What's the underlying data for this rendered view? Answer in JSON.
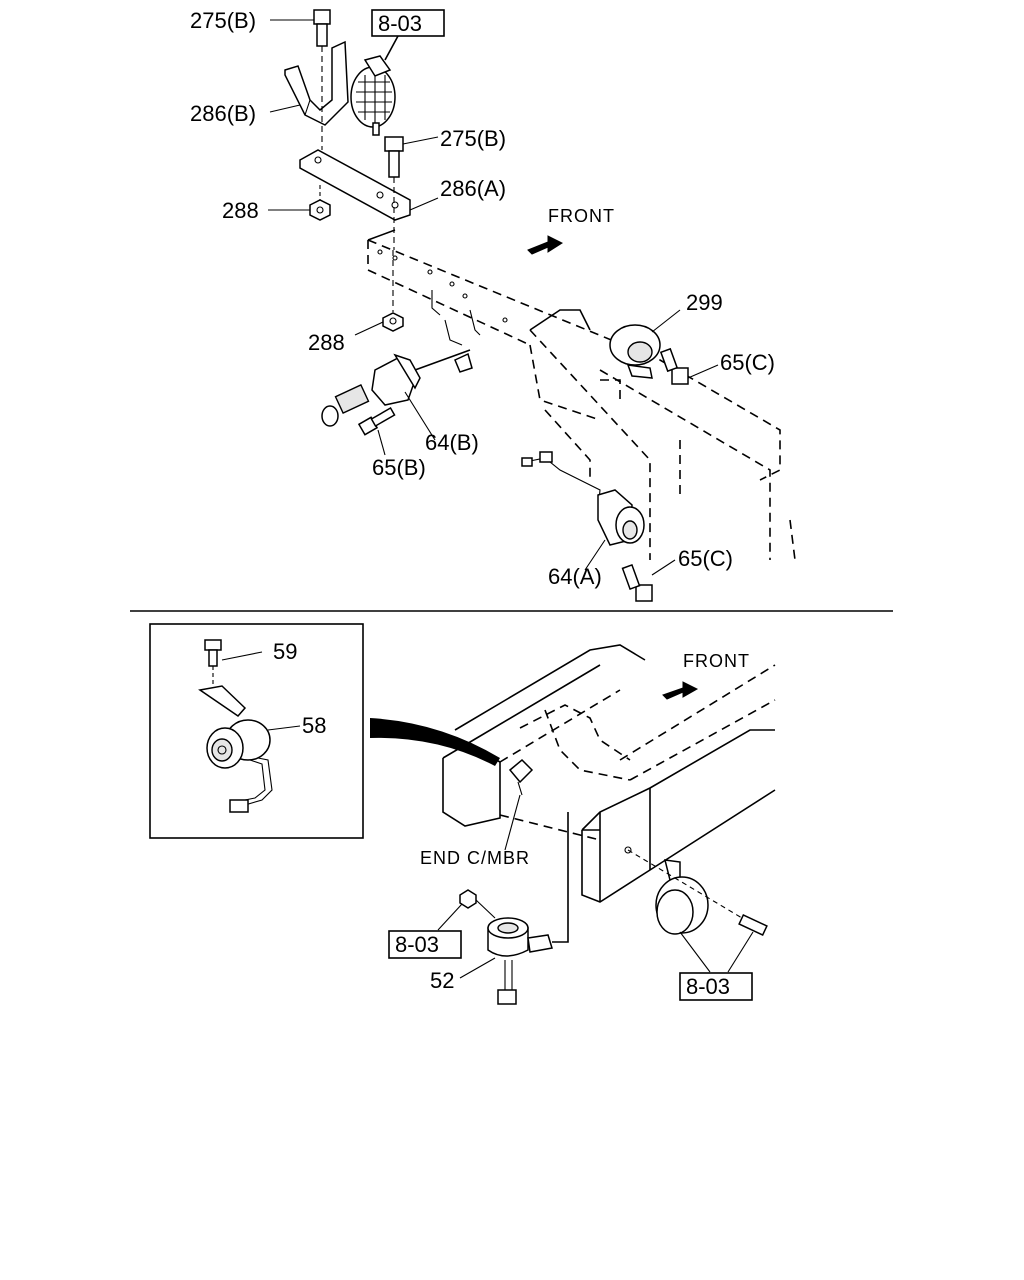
{
  "upper": {
    "front_label": "FRONT",
    "labels": {
      "bolt_275b_top": "275(B)",
      "ref_803_top": "8-03",
      "bracket_286b": "286(B)",
      "bolt_275b_mid": "275(B)",
      "nut_288_top": "288",
      "plate_286a": "286(A)",
      "nut_288_bottom": "288",
      "part_299": "299",
      "bolt_65c_top": "65(C)",
      "sensor_64b": "64(B)",
      "bolt_65b": "65(B)",
      "sensor_64a": "64(A)",
      "bolt_65c_bottom": "65(C)"
    }
  },
  "lower": {
    "front_label": "FRONT",
    "labels": {
      "bolt_59": "59",
      "sensor_58": "58",
      "end_cmbr": "END C/MBR",
      "ref_803_left": "8-03",
      "sensor_52": "52",
      "ref_803_right": "8-03"
    }
  }
}
